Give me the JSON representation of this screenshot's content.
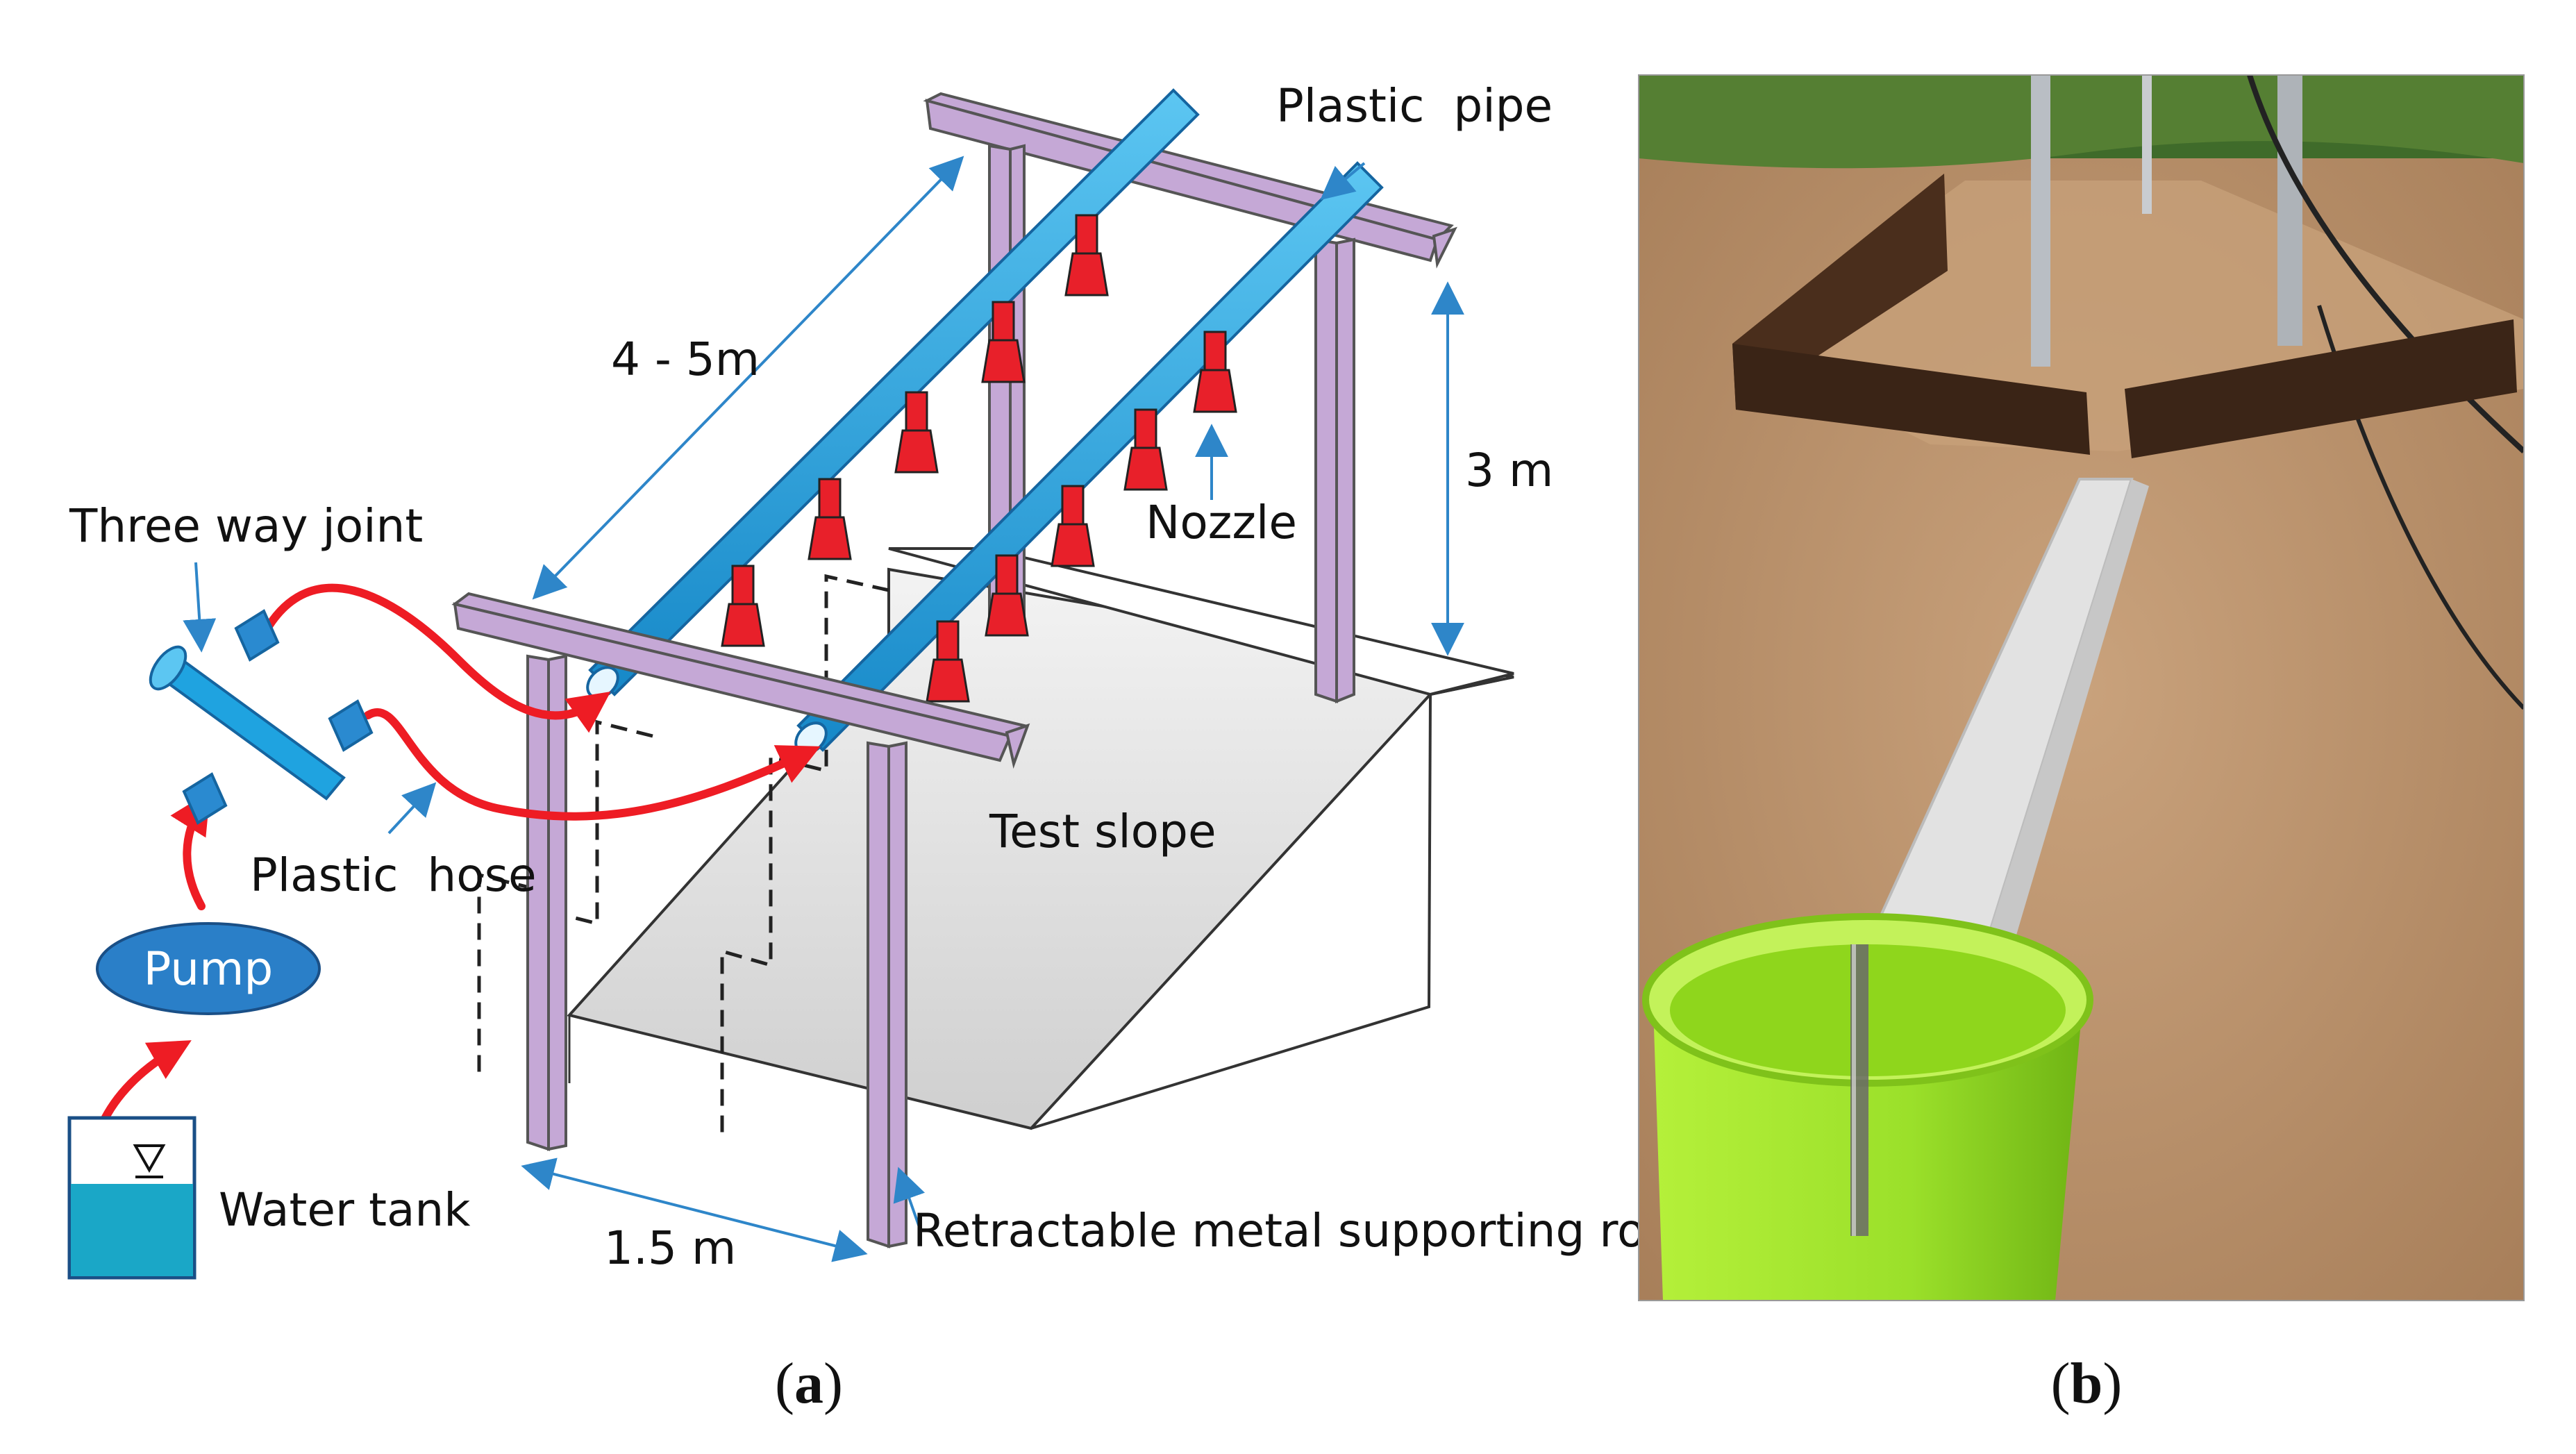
{
  "panel_a": {
    "labels": {
      "plastic_pipe": "Plastic  pipe",
      "span_length": "4 - 5m",
      "height": "3 m",
      "nozzle": "Nozzle",
      "three_way_joint": "Three way joint",
      "test_slope": "Test slope",
      "plastic_hose": "Plastic  hose",
      "pump": "Pump",
      "water_tank": "Water tank",
      "width": "1.5 m",
      "support_rod": "Retractable metal supporting rod"
    },
    "caption": {
      "open": "(",
      "letter": "a",
      "close": ")"
    }
  },
  "panel_b": {
    "caption": {
      "open": "(",
      "letter": "b",
      "close": ")"
    }
  },
  "colors": {
    "pipe": "#1fa3e0",
    "pipe_outline": "#1565a0",
    "frame": "#c5a8d6",
    "frame_outline": "#555555",
    "nozzle": "#e8202a",
    "hose": "#ee1c24",
    "dimension": "#2e86c9",
    "pump": "#2a7fc8",
    "tank_water": "#1aa7c7",
    "slope": "#dcdcdc",
    "bucket": "#9be02a",
    "soil": "#b8906a"
  }
}
